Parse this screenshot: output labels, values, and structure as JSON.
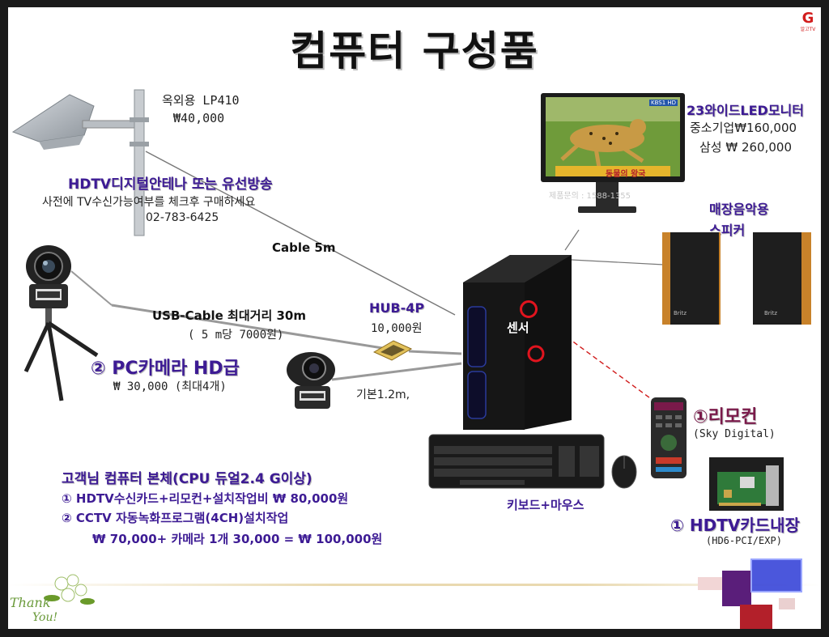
{
  "title": "컴퓨터 구성품",
  "corner_logo_text": "알고TV",
  "antenna": {
    "model": "옥외용 LP410",
    "price": "₩40,000",
    "heading": "HDTV디지털안테나 또는 유선방송",
    "note": "사전에 TV수신가능여부를 체크후 구매하세요",
    "phone": "02-783-6425"
  },
  "cable_label": "Cable 5m",
  "usb_cable": {
    "label": "USB-Cable 최대거리 30m",
    "note": "( 5 m당 7000원)"
  },
  "hub": {
    "label": "HUB-4P",
    "price": "10,000원"
  },
  "camera": {
    "heading": "② PC카메라 HD급",
    "price": "₩ 30,000 (최대4개)"
  },
  "basic_cable": "기본1.2m,",
  "sensor_label": "센서",
  "monitor": {
    "heading": "23와이드LED모니터",
    "line1": "중소기업₩160,000",
    "line2": "삼성 ₩ 260,000",
    "screen_caption": "제품문의 : 1588-1355",
    "screen_banner": "동물의 왕국",
    "screen_tag": "KBS1 HD"
  },
  "speaker": {
    "heading_line1": "매장음악용",
    "heading_line2": "스피커",
    "brand": "Britz"
  },
  "remote": {
    "heading": "①리모컨",
    "sub": "(Sky Digital)"
  },
  "hdtv_card": {
    "heading": "① HDTV카드내장",
    "sub": "(HD6-PCI/EXP)"
  },
  "keyboard_label": "키보드+마우스",
  "pc_body": {
    "heading": "고객님 컴퓨터 본체(CPU 듀얼2.4 G이상)",
    "line1": "① HDTV수신카드+리모컨+설치작업비 ₩ 80,000원",
    "line2": "② CCTV 자동녹화프로그램(4CH)설치작업",
    "line3": "₩ 70,000+ 카메라 1개 30,000 = ₩ 100,000원"
  },
  "thank_you": {
    "line1": "Thank",
    "line2": "You!"
  },
  "colors": {
    "heading_purple": "#3d1b94",
    "remote_heading": "#7a1a4a",
    "sensor_ring": "#e0141e",
    "accent_purple": "#5a1e7a",
    "accent_blue": "#2c39d6",
    "accent_red": "#b3202a"
  }
}
